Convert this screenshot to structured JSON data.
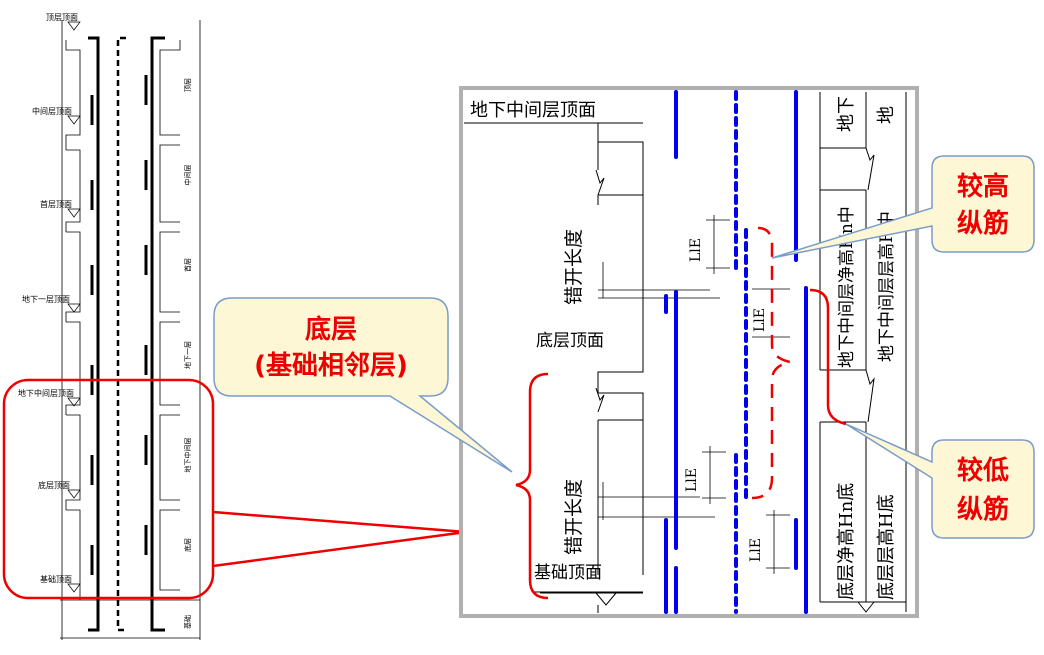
{
  "left_diagram": {
    "floor_marks": [
      "顶层顶面",
      "中间层顶面",
      "首层顶面",
      "地下一层顶面",
      "地下中间层顶面",
      "底层顶面",
      "基础顶面"
    ],
    "side_labels": [
      "顶层",
      "中间层",
      "首层",
      "地下一层",
      "地下中间层",
      "底层",
      "基础"
    ]
  },
  "zoom_panel": {
    "top_mark": "地下中间层顶面",
    "mid_mark": "底层顶面",
    "bottom_mark": "基础顶面",
    "stagger_label_upper": "错开长度",
    "stagger_label_lower": "错开长度",
    "lap_upper": "LlE",
    "lap_mid_dashed": "LlE",
    "lap_lower": "LlE",
    "lap_lower_right": "LlE",
    "right_top_a": "地下",
    "right_top_b": "地",
    "right_col1_upper": "地下中间层净高Hn中",
    "right_col2_upper": "地下中间层层高H中",
    "right_col1_lower": "底层净高Hn底",
    "right_col2_lower": "底层层高H底"
  },
  "callouts": {
    "bottom_layer_line1": "底层",
    "bottom_layer_line2": "(基础相邻层)",
    "higher_bar_line1": "较高",
    "higher_bar_line2": "纵筋",
    "lower_bar_line1": "较低",
    "lower_bar_line2": "纵筋"
  },
  "colors": {
    "rebar_blue": "#0000ee",
    "highlight_red": "#ee0000",
    "callout_fill": "#fdf7d6",
    "callout_border": "#7a9cc8"
  }
}
